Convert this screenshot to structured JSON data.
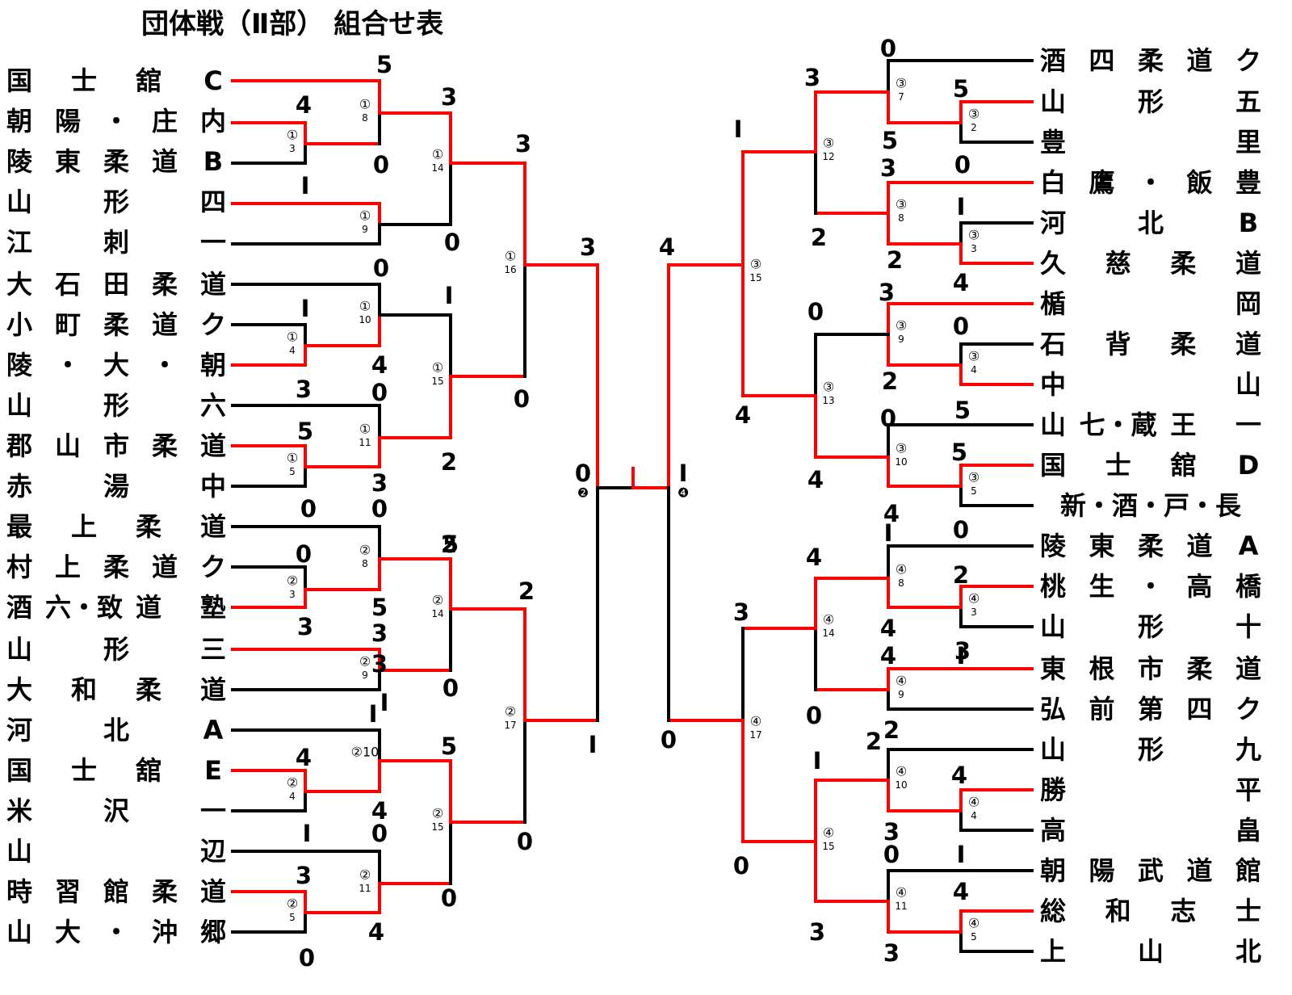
{
  "title": "団体戦（Ⅱ部） 組合せ表",
  "colors": {
    "winner": "#ff0000",
    "loser": "#000000",
    "text": "#000000"
  },
  "left_teams": [
    [
      "国",
      "士",
      "舘",
      "C"
    ],
    [
      "朝",
      "陽",
      "・",
      "庄",
      "内"
    ],
    [
      "陵",
      "東",
      "柔",
      "道",
      "B"
    ],
    [
      "山",
      "形",
      "四"
    ],
    [
      "江",
      "刺",
      "一"
    ],
    [
      "大",
      "石",
      "田",
      "柔",
      "道"
    ],
    [
      "小",
      "町",
      "柔",
      "道",
      "ク"
    ],
    [
      "陵",
      "・",
      "大",
      "・",
      "朝"
    ],
    [
      "山",
      "形",
      "六"
    ],
    [
      "郡",
      "山",
      "市",
      "柔",
      "道"
    ],
    [
      "赤",
      "湯",
      "中"
    ],
    [
      "最",
      "上",
      "柔",
      "道"
    ],
    [
      "村",
      "上",
      "柔",
      "道",
      "ク"
    ],
    [
      "酒",
      "六・致",
      "道",
      "塾"
    ],
    [
      "山",
      "形",
      "三"
    ],
    [
      "大",
      "和",
      "柔",
      "道"
    ],
    [
      "河",
      "北",
      "A"
    ],
    [
      "国",
      "士",
      "舘",
      "E"
    ],
    [
      "米",
      "沢",
      "一"
    ],
    [
      "山",
      "辺"
    ],
    [
      "時",
      "習",
      "館",
      "柔",
      "道"
    ],
    [
      "山",
      "大",
      "・",
      "沖",
      "郷"
    ]
  ],
  "right_teams": [
    [
      "酒",
      "四",
      "柔",
      "道",
      "ク"
    ],
    [
      "山",
      "形",
      "五"
    ],
    [
      "豊",
      "里"
    ],
    [
      "白",
      "鷹",
      "・",
      "飯",
      "豊"
    ],
    [
      "河",
      "北",
      "B"
    ],
    [
      "久",
      "慈",
      "柔",
      "道"
    ],
    [
      "楯",
      "岡"
    ],
    [
      "石",
      "背",
      "柔",
      "道"
    ],
    [
      "中",
      "山"
    ],
    [
      "山",
      "七・蔵",
      "王",
      "一"
    ],
    [
      "国",
      "士",
      "舘",
      "D"
    ],
    [
      "新・酒・戸・長"
    ],
    [
      "陵",
      "東",
      "柔",
      "道",
      "A"
    ],
    [
      "桃",
      "生",
      "・",
      "高",
      "橋"
    ],
    [
      "山",
      "形",
      "十"
    ],
    [
      "東",
      "根",
      "市",
      "柔",
      "道"
    ],
    [
      "弘",
      "前",
      "第",
      "四",
      "ク"
    ],
    [
      "山",
      "形",
      "九"
    ],
    [
      "勝",
      "平"
    ],
    [
      "高",
      "畠"
    ],
    [
      "朝",
      "陽",
      "武",
      "道",
      "館"
    ],
    [
      "総",
      "和",
      "志",
      "士"
    ],
    [
      "上",
      "山",
      "北"
    ]
  ],
  "match_labels": {
    "left": [
      {
        "c": "①",
        "n": "3"
      },
      {
        "c": "①",
        "n": "8"
      },
      {
        "c": "①",
        "n": "14"
      },
      {
        "c": "①",
        "n": "16"
      },
      {
        "c": "①",
        "n": "9"
      },
      {
        "c": "①",
        "n": "4"
      },
      {
        "c": "①",
        "n": "10"
      },
      {
        "c": "①",
        "n": "15"
      },
      {
        "c": "①",
        "n": "5"
      },
      {
        "c": "①",
        "n": "11"
      },
      {
        "c": "②",
        "n": "3"
      },
      {
        "c": "②",
        "n": "8"
      },
      {
        "c": "②",
        "n": "14"
      },
      {
        "c": "②",
        "n": "17"
      },
      {
        "c": "②",
        "n": "9"
      },
      {
        "c": "②",
        "n": "4"
      },
      {
        "c": "②10",
        "n": ""
      },
      {
        "c": "②",
        "n": "15"
      },
      {
        "c": "②",
        "n": "5"
      },
      {
        "c": "②",
        "n": "11"
      }
    ],
    "right": [
      {
        "c": "③",
        "n": "2"
      },
      {
        "c": "③",
        "n": "7"
      },
      {
        "c": "③",
        "n": "12"
      },
      {
        "c": "③",
        "n": "15"
      },
      {
        "c": "③",
        "n": "8"
      },
      {
        "c": "③",
        "n": "3"
      },
      {
        "c": "③",
        "n": "9"
      },
      {
        "c": "③",
        "n": "4"
      },
      {
        "c": "③",
        "n": "13"
      },
      {
        "c": "③",
        "n": "10"
      },
      {
        "c": "③",
        "n": "5"
      },
      {
        "c": "④",
        "n": "8"
      },
      {
        "c": "④",
        "n": "3"
      },
      {
        "c": "④",
        "n": "14"
      },
      {
        "c": "④",
        "n": "9"
      },
      {
        "c": "④",
        "n": "17"
      },
      {
        "c": "④",
        "n": "10"
      },
      {
        "c": "④",
        "n": "4"
      },
      {
        "c": "④",
        "n": "15"
      },
      {
        "c": "④",
        "n": "11"
      },
      {
        "c": "④",
        "n": "5"
      }
    ],
    "center": [
      "❷",
      "❹"
    ]
  },
  "scores": {
    "left": [
      "5",
      "4",
      "3",
      "0",
      "3",
      "Ⅰ",
      "0",
      "0",
      "Ⅰ",
      "Ⅰ",
      "4",
      "0",
      "3",
      "0",
      "5",
      "2",
      "0",
      "3",
      "0",
      "0",
      "2",
      "5",
      "5",
      "3",
      "3",
      "2",
      "0",
      "3",
      "Ⅰ",
      "Ⅰ",
      "5",
      "4",
      "4",
      "0",
      "0",
      "Ⅰ",
      "3",
      "0",
      "4",
      "0"
    ],
    "right": [
      "0",
      "3",
      "5",
      "Ⅰ",
      "5",
      "3",
      "0",
      "Ⅰ",
      "2",
      "4",
      "2",
      "3",
      "0",
      "0",
      "4",
      "2",
      "5",
      "0",
      "4",
      "5",
      "4",
      "4",
      "0",
      "2",
      "4",
      "Ⅰ",
      "4",
      "3",
      "3",
      "Ⅰ",
      "0",
      "2",
      "2",
      "Ⅰ",
      "4",
      "3",
      "0",
      "0",
      "4",
      "3",
      "3",
      "Ⅰ"
    ],
    "final": [
      "3",
      "4",
      "0",
      "Ⅰ",
      "Ⅰ",
      "Ⅰ",
      "0"
    ]
  }
}
